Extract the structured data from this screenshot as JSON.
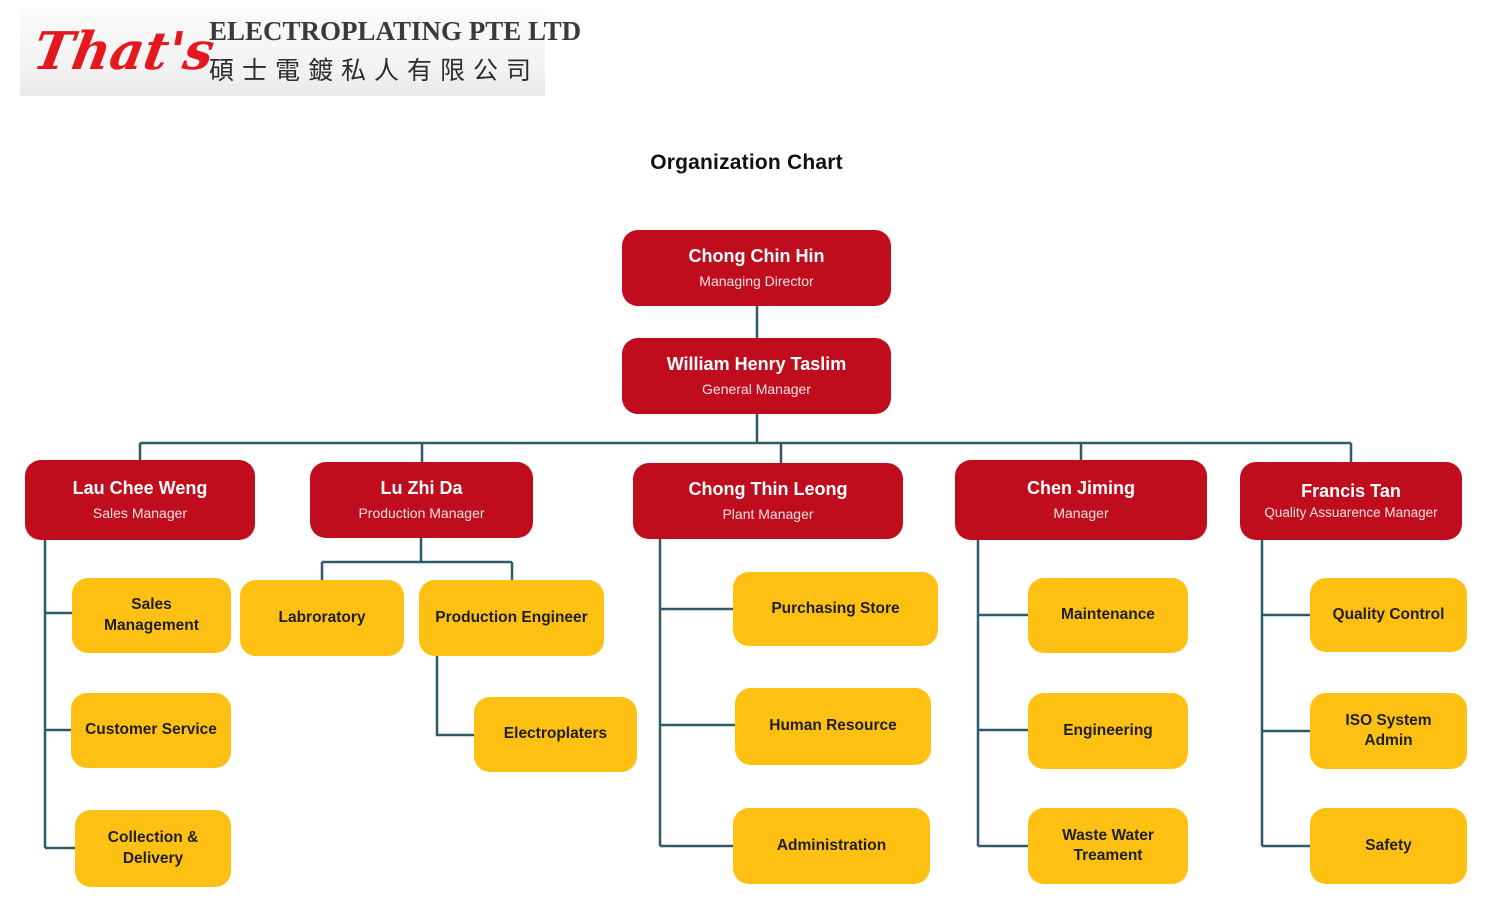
{
  "brand": {
    "script_name": "That's",
    "company_en": "ELECTROPLATING PTE LTD",
    "company_zh": "碩士電鍍私人有限公司"
  },
  "title": "Organization Chart",
  "colors": {
    "box_red": "#c00d1d",
    "box_yellow": "#fdc013",
    "connector": "#2e5a69",
    "logo_red": "#e4181e"
  },
  "nodes": {
    "managing_director": {
      "name": "Chong Chin Hin",
      "role": "Managing Director",
      "reports_to": null
    },
    "general_manager": {
      "name": "William Henry Taslim",
      "role": "General Manager",
      "reports_to": "Chong Chin Hin"
    },
    "sales_manager": {
      "name": "Lau Chee Weng",
      "role": "Sales Manager",
      "reports_to": "William Henry Taslim"
    },
    "production_manager": {
      "name": "Lu Zhi Da",
      "role": "Production Manager",
      "reports_to": "William Henry Taslim"
    },
    "plant_manager": {
      "name": "Chong Thin Leong",
      "role": "Plant Manager",
      "reports_to": "William Henry Taslim"
    },
    "manager": {
      "name": "Chen Jiming",
      "role": "Manager",
      "reports_to": "William Henry Taslim"
    },
    "qa_manager": {
      "name": "Francis Tan",
      "role": "Quality Assuarence Manager",
      "reports_to": "William Henry Taslim"
    },
    "sales_management": {
      "label": "Sales Management",
      "reports_to": "Lau Chee Weng"
    },
    "customer_service": {
      "label": "Customer Service",
      "reports_to": "Lau Chee Weng"
    },
    "collection_delivery": {
      "label": "Collection & Delivery",
      "reports_to": "Lau Chee Weng"
    },
    "laboratory": {
      "label": "Labroratory",
      "reports_to": "Lu Zhi Da"
    },
    "production_engineer": {
      "label": "Production Engineer",
      "reports_to": "Lu Zhi Da"
    },
    "electroplaters": {
      "label": "Electroplaters",
      "reports_to": "Production Engineer"
    },
    "purchasing_store": {
      "label": "Purchasing Store",
      "reports_to": "Chong Thin Leong"
    },
    "human_resource": {
      "label": "Human Resource",
      "reports_to": "Chong Thin Leong"
    },
    "administration": {
      "label": "Administration",
      "reports_to": "Chong Thin Leong"
    },
    "maintenance": {
      "label": "Maintenance",
      "reports_to": "Chen Jiming"
    },
    "engineering": {
      "label": "Engineering",
      "reports_to": "Chen Jiming"
    },
    "waste_water_treatment": {
      "label": "Waste Water Treament",
      "reports_to": "Chen Jiming"
    },
    "quality_control": {
      "label": "Quality Control",
      "reports_to": "Francis Tan"
    },
    "iso_system_admin": {
      "label": "ISO System Admin",
      "reports_to": "Francis Tan"
    },
    "safety": {
      "label": "Safety",
      "reports_to": "Francis Tan"
    }
  }
}
